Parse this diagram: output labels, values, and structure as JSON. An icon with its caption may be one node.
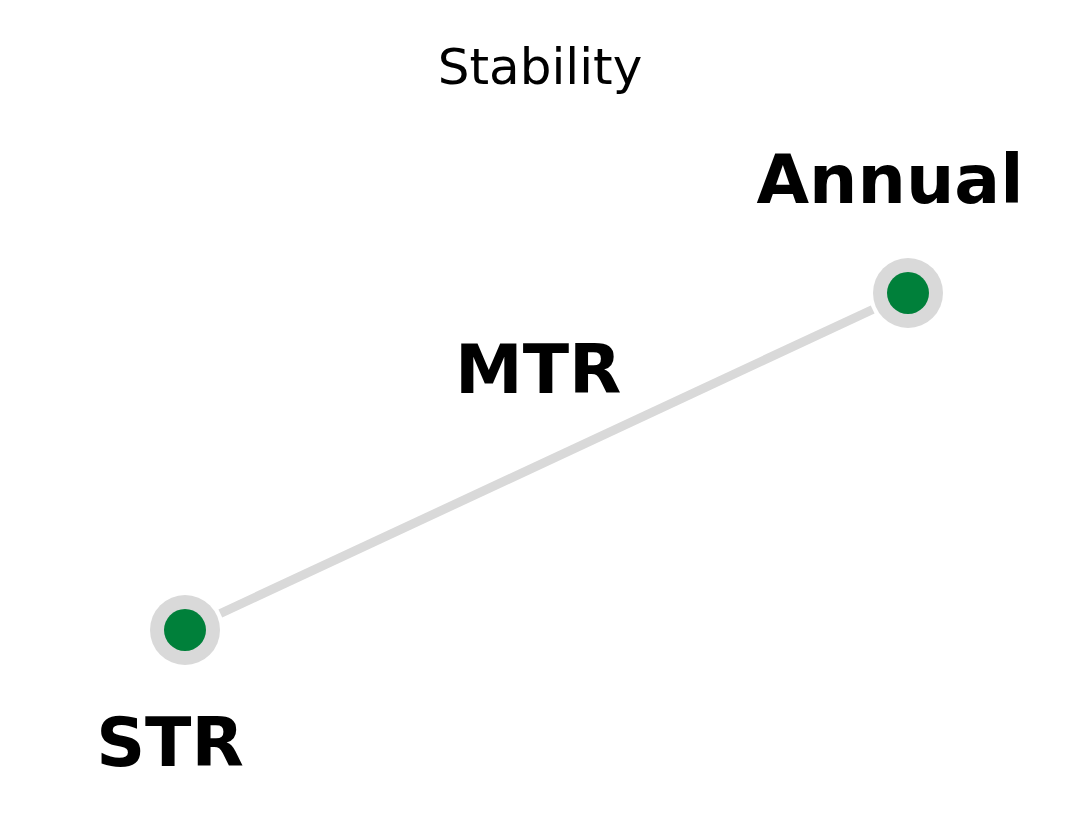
{
  "diagram": {
    "title": "Stability",
    "nodes": [
      {
        "text": [
          "Annual"
        ]
      },
      {
        "text": [
          "STR"
        ]
      }
    ],
    "edges": [
      {
        "from": 1,
        "to": 0,
        "arrow": "none"
      }
    ],
    "labels": [
      "MTR"
    ]
  }
}
